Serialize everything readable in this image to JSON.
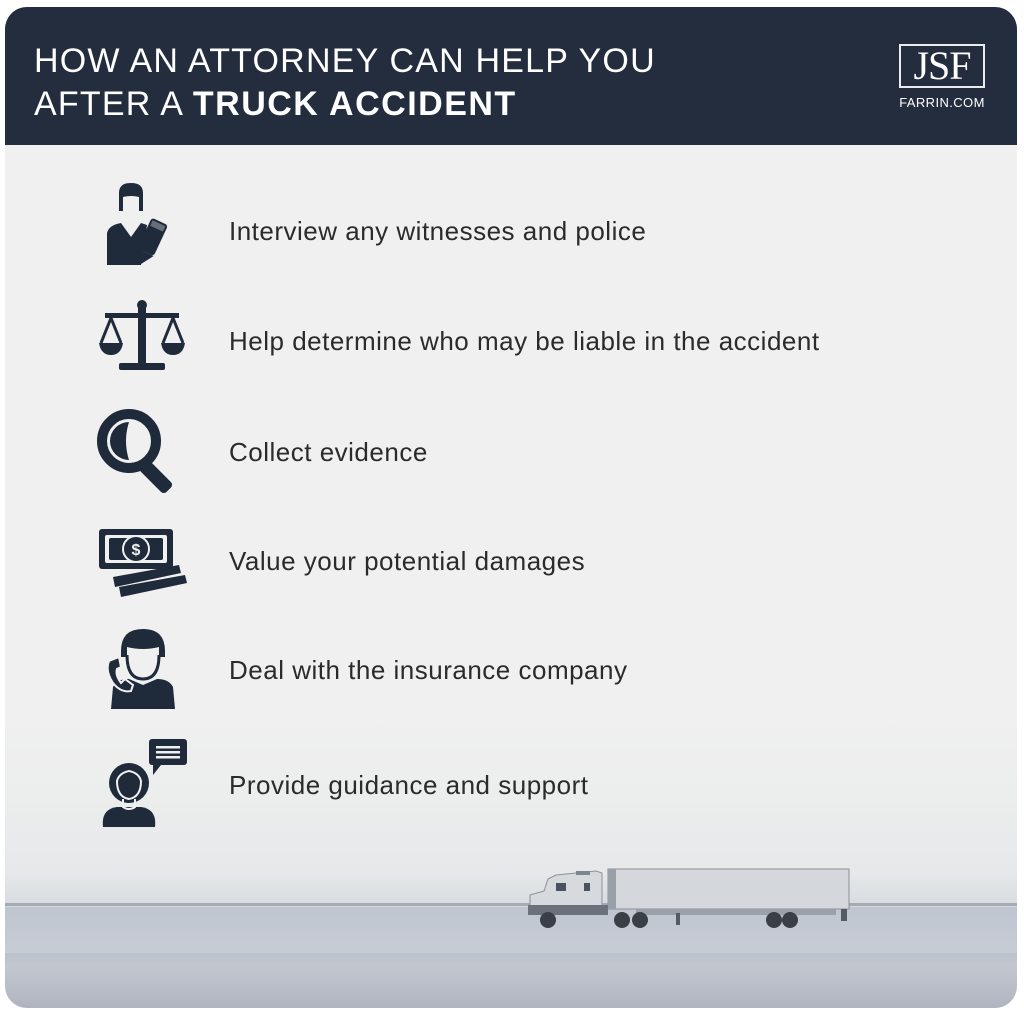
{
  "header": {
    "title_line1": "HOW AN ATTORNEY CAN HELP YOU",
    "title_line2_prefix": "AFTER A ",
    "title_line2_bold": "TRUCK ACCIDENT",
    "background_color": "#232d3e"
  },
  "logo": {
    "mark": "JSF",
    "site": "FARRIN.COM"
  },
  "items": [
    {
      "icon": "lawyer-with-pencil-icon",
      "text": "Interview any witnesses and police"
    },
    {
      "icon": "scales-of-justice-icon",
      "text": "Help determine who may be liable in the accident"
    },
    {
      "icon": "magnifying-glass-icon",
      "text": "Collect evidence"
    },
    {
      "icon": "money-stack-icon",
      "text": "Value your potential damages"
    },
    {
      "icon": "person-on-phone-icon",
      "text": "Deal with the insurance company"
    },
    {
      "icon": "person-with-speech-bubble-icon",
      "text": "Provide guidance and support"
    }
  ],
  "colors": {
    "icon": "#1f2a3a",
    "text": "#2b2b2b",
    "panel": "#f0f0f0"
  },
  "image": {
    "description": "semi truck driving across snowy plain"
  }
}
